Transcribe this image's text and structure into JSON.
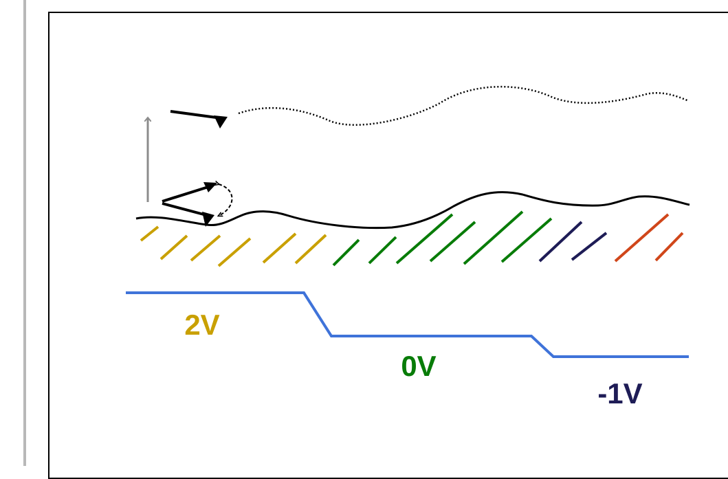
{
  "diagram": {
    "voltages": [
      {
        "text": "2V",
        "color": "#C9A000"
      },
      {
        "text": "0V",
        "color": "#087C08"
      },
      {
        "text": "-1V",
        "color": "#1E1C56"
      }
    ],
    "colors": {
      "step_line": "#3F73D9",
      "surface": "#000000",
      "arrow": "#8C8C8C",
      "gold": "#C9A000",
      "green": "#087C08",
      "navy": "#1E1C56",
      "orange": "#D0461A"
    }
  }
}
